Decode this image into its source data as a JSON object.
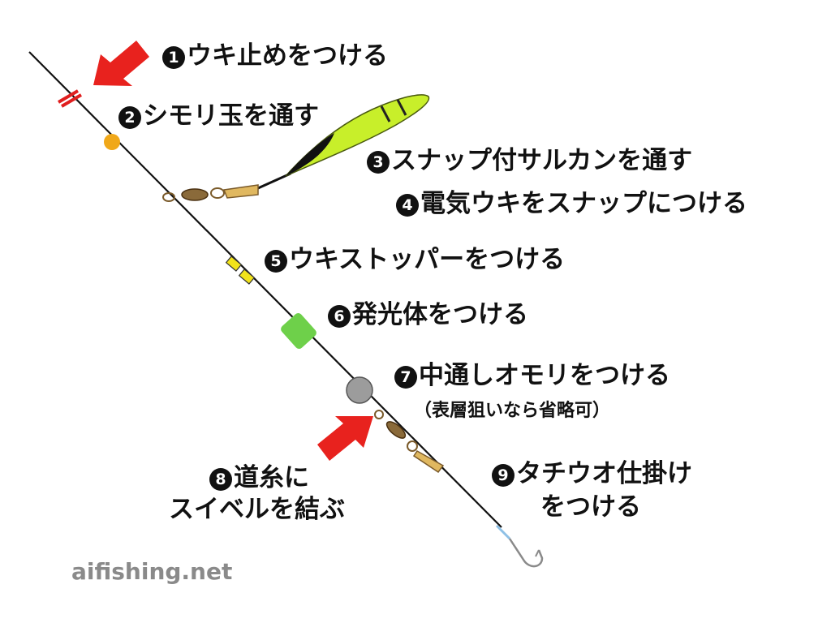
{
  "steps": [
    {
      "num": "1",
      "text": "ウキ止めをつける"
    },
    {
      "num": "2",
      "text": "シモリ玉を通す"
    },
    {
      "num": "3",
      "text": "スナップ付サルカンを通す"
    },
    {
      "num": "4",
      "text": "電気ウキをスナップにつける"
    },
    {
      "num": "5",
      "text": "ウキストッパーをつける"
    },
    {
      "num": "6",
      "text": "発光体をつける"
    },
    {
      "num": "7",
      "text": "中通しオモリをつける",
      "note": "（表層狙いなら省略可）"
    },
    {
      "num": "8",
      "line1": "道糸に",
      "line2": "スイベルを結ぶ"
    },
    {
      "num": "9",
      "line1": "タチウオ仕掛け",
      "line2": "をつける"
    }
  ],
  "watermark": "aifishing.net",
  "colors": {
    "arrow": "#e8221e",
    "float_body": "#c8ef2a",
    "float_tip": "#111111",
    "bead": "#f0a81a",
    "stopper": "#f2e31a",
    "glow": "#6ed04a",
    "sinker": "#9c9c9c",
    "hook": "#8a8a8a"
  }
}
